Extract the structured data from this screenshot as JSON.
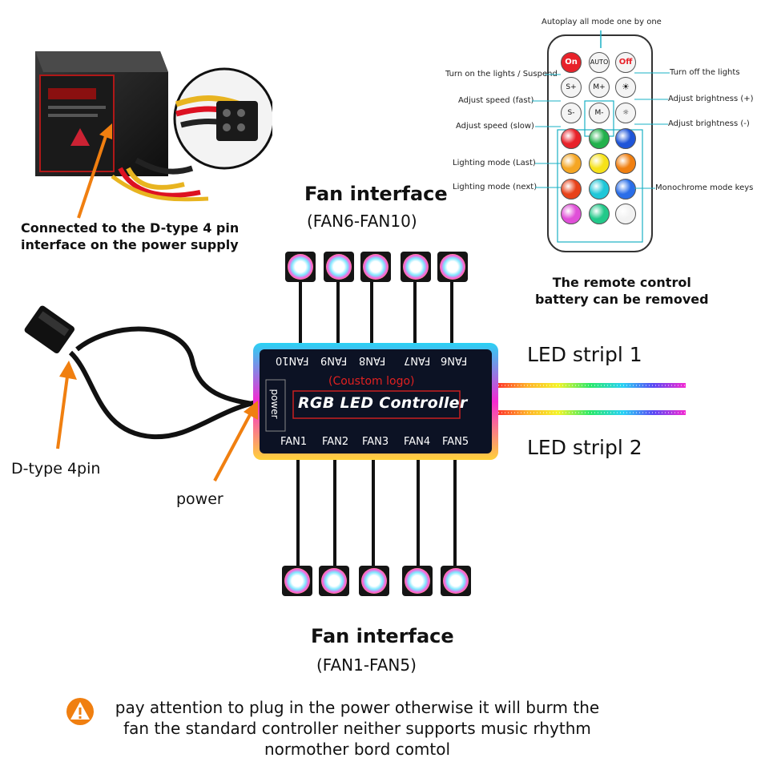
{
  "psu": {
    "caption_line1": "Connected to the D-type 4 pin",
    "caption_line2": "interface on the power supply"
  },
  "remote": {
    "top_label": "Autoplay all mode one by one",
    "buttons": {
      "on": "On",
      "auto": "AUTO",
      "off": "Off",
      "s_plus": "S+",
      "m_plus": "M+",
      "s_minus": "S-",
      "m_minus": "M-"
    },
    "labels": {
      "turn_on": "Turn on the lights / Suspend",
      "adjust_fast": "Adjust speed (fast)",
      "adjust_slow": "Adjust speed (slow)",
      "mode_last": "Lighting mode (Last)",
      "mode_next": "Lighting mode (next)",
      "turn_off": "Turn off the lights",
      "bright_plus": "Adjust brightness (+)",
      "bright_minus": "Adjust brightness (-)",
      "mono": "Monochrome mode keys"
    },
    "note_line1": "The remote control",
    "note_line2": "battery can be removed",
    "colors": {
      "row1": [
        "#e8222a",
        "#22b14c",
        "#1f55d8"
      ],
      "row2": [
        "#f5a623",
        "#f6e21a",
        "#f07f10"
      ],
      "row3": [
        "#e8421a",
        "#1fc7d8",
        "#2a6ee8"
      ],
      "row4": [
        "#e04fd8",
        "#23c98a",
        "#f2f2f2"
      ]
    }
  },
  "top_fans": {
    "title": "Fan interface",
    "subtitle": "(FAN6-FAN10)"
  },
  "bottom_fans": {
    "title": "Fan interface",
    "subtitle": "(FAN1-FAN5)"
  },
  "controller": {
    "top_ports": [
      "FAN10",
      "FAN9",
      "FAN8",
      "FAN7",
      "FAN6"
    ],
    "bottom_ports": [
      "FAN1",
      "FAN2",
      "FAN3",
      "FAN4",
      "FAN5"
    ],
    "logo": "(Coustom logo)",
    "name": "RGB LED Controller",
    "power_label": "power"
  },
  "labels": {
    "led_strip_1": "LED stripl 1",
    "led_strip_2": "LED stripl 2",
    "dtype": "D-type 4pin",
    "power": "power"
  },
  "warning": {
    "line1": "pay attention to plug in the power otherwise it will burm the",
    "line2": "fan the standard controller neither supports music rhythm",
    "line3": "normother bord comtol",
    "icon": "warning-icon"
  }
}
